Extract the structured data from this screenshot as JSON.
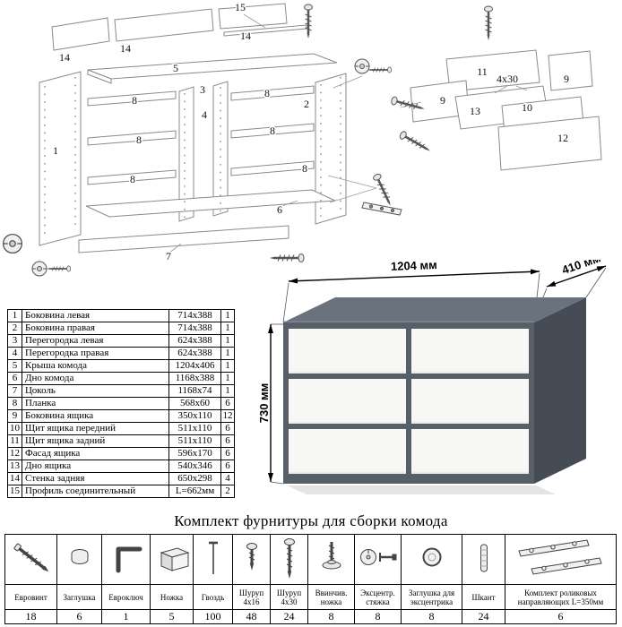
{
  "title": "Комплект фурнитуры для сборки комода",
  "figure": {
    "width_label": "1204 мм",
    "depth_label": "410 мм",
    "height_label": "730 мм"
  },
  "colors": {
    "dresser_front": "#575f69",
    "dresser_side": "#454c55",
    "dresser_top": "#6a727d",
    "drawer_front": "#f7f7f5",
    "line": "#000000"
  },
  "parts": {
    "rows": [
      {
        "num": "1",
        "name": "Боковина левая",
        "size": "714x388",
        "qty": "1"
      },
      {
        "num": "2",
        "name": "Боковина правая",
        "size": "714x388",
        "qty": "1"
      },
      {
        "num": "3",
        "name": "Перегородка левая",
        "size": "624x388",
        "qty": "1"
      },
      {
        "num": "4",
        "name": "Перегородка правая",
        "size": "624x388",
        "qty": "1"
      },
      {
        "num": "5",
        "name": "Крыша комода",
        "size": "1204x406",
        "qty": "1"
      },
      {
        "num": "6",
        "name": "Дно комода",
        "size": "1168x388",
        "qty": "1"
      },
      {
        "num": "7",
        "name": "Цоколь",
        "size": "1168x74",
        "qty": "1"
      },
      {
        "num": "8",
        "name": "Планка",
        "size": "568x60",
        "qty": "6"
      },
      {
        "num": "9",
        "name": "Боковина ящика",
        "size": "350x110",
        "qty": "12"
      },
      {
        "num": "10",
        "name": "Щит ящика передний",
        "size": "511x110",
        "qty": "6"
      },
      {
        "num": "11",
        "name": "Щит ящика задний",
        "size": "511x110",
        "qty": "6"
      },
      {
        "num": "12",
        "name": "Фасад ящика",
        "size": "596x170",
        "qty": "6"
      },
      {
        "num": "13",
        "name": "Дно ящика",
        "size": "540x346",
        "qty": "6"
      },
      {
        "num": "14",
        "name": "Стенка задняя",
        "size": "650x298",
        "qty": "4"
      },
      {
        "num": "15",
        "name": "Профиль соединительный",
        "size": "L=662мм",
        "qty": "2"
      }
    ]
  },
  "hardware": {
    "items": [
      {
        "name": "Евровинт",
        "qty": "18",
        "icon": "euroscrew-icon"
      },
      {
        "name": "Заглушка",
        "qty": "6",
        "icon": "cap-icon"
      },
      {
        "name": "Евроключ",
        "qty": "1",
        "icon": "hexkey-icon"
      },
      {
        "name": "Ножка",
        "qty": "5",
        "icon": "leg-icon"
      },
      {
        "name": "Гвоздь",
        "qty": "100",
        "icon": "nail-icon"
      },
      {
        "name": "Шуруп 4x16",
        "qty": "48",
        "icon": "screw-4x16-icon"
      },
      {
        "name": "Шуруп 4x30",
        "qty": "24",
        "icon": "screw-4x30-icon"
      },
      {
        "name": "Ввинчив. ножка",
        "qty": "8",
        "icon": "threaded-foot-icon"
      },
      {
        "name": "Эксцентр. стяжка",
        "qty": "8",
        "icon": "cam-bolt-icon"
      },
      {
        "name": "Заглушка для эксцентрика",
        "qty": "8",
        "icon": "cam-cap-icon"
      },
      {
        "name": "Шкант",
        "qty": "24",
        "icon": "dowel-icon"
      },
      {
        "name": "Комплект роликовых направляющих L=350мм",
        "qty": "6",
        "icon": "roller-rails-icon"
      }
    ]
  },
  "diagram": {
    "labels": [
      "15",
      "14",
      "14",
      "14",
      "5",
      "1",
      "3",
      "4",
      "2",
      "8",
      "8",
      "8",
      "8",
      "8",
      "8",
      "6",
      "7",
      "11",
      "9",
      "9",
      "10",
      "13",
      "12",
      "4x30"
    ]
  }
}
